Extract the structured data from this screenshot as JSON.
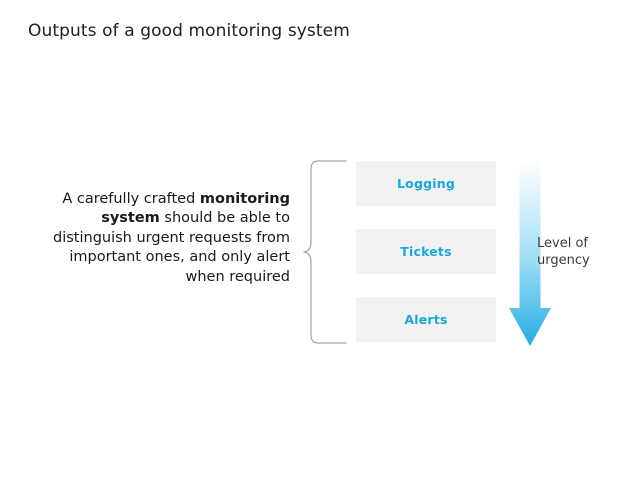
{
  "slide": {
    "title": "Outputs of a good monitoring system",
    "background_color": "#ffffff"
  },
  "description": {
    "line1": "A carefully crafted ",
    "emphasis": "monitoring system",
    "line2": " should be able to distinguish urgent requests from important ones, and only alert when required",
    "full_text": "A carefully crafted monitoring system should be able to distinguish urgent requests from important ones, and only alert when required"
  },
  "outputs": {
    "accent_color": "#1ba7e0",
    "box_color": "#f2f2f2",
    "items": [
      {
        "label": "Logging"
      },
      {
        "label": "Tickets"
      },
      {
        "label": "Alerts"
      }
    ]
  },
  "urgency": {
    "caption_line1": "Level of",
    "caption_line2": "urgency",
    "caption": "Level of urgency",
    "gradient_start": "#ffffff",
    "gradient_end": "#27abe2",
    "direction": "down"
  },
  "brace": {
    "color": "#9aa3ad",
    "orientation": "left-pointing"
  }
}
